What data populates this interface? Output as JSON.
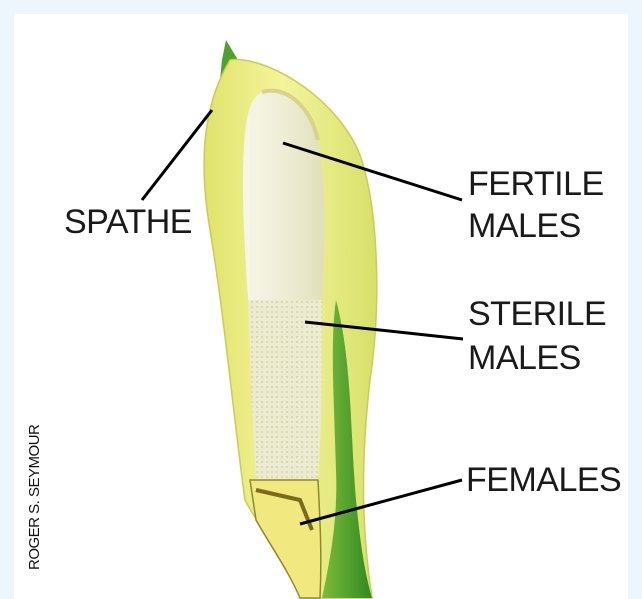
{
  "labels": {
    "spathe": "SPATHE",
    "fertile_males": [
      "FERTILE",
      "MALES"
    ],
    "sterile_males": [
      "STERILE",
      "MALES"
    ],
    "females": "FEMALES"
  },
  "credit": "ROGER S. SEYMOUR",
  "colors": {
    "background": "#eef6fd",
    "spathe_yellow": "#eef08a",
    "spathe_green": "#3f9a2a",
    "spadix_cream": "#efeed8",
    "leader_line": "#000000"
  }
}
